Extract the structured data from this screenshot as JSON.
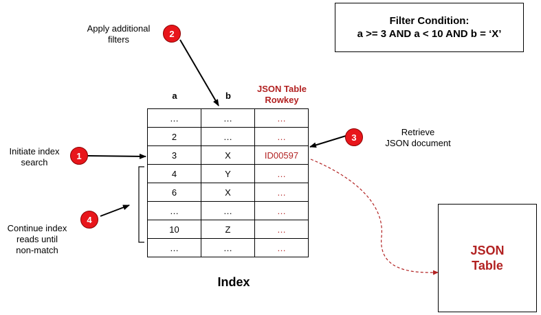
{
  "filter": {
    "title": "Filter Condition:",
    "expression": "a >= 3 AND a < 10 AND b = ‘X’"
  },
  "columns": {
    "a": "a",
    "b": "b",
    "rowkey_line1": "JSON Table",
    "rowkey_line2": "Rowkey"
  },
  "rows": [
    {
      "a": "…",
      "b": "…",
      "rowkey": "…"
    },
    {
      "a": "2",
      "b": "…",
      "rowkey": "…"
    },
    {
      "a": "3",
      "b": "X",
      "rowkey": "ID00597"
    },
    {
      "a": "4",
      "b": "Y",
      "rowkey": "…"
    },
    {
      "a": "6",
      "b": "X",
      "rowkey": "…"
    },
    {
      "a": "…",
      "b": "…",
      "rowkey": "…"
    },
    {
      "a": "10",
      "b": "Z",
      "rowkey": "…"
    },
    {
      "a": "…",
      "b": "…",
      "rowkey": "…"
    }
  ],
  "index_title": "Index",
  "json_table": {
    "line1": "JSON",
    "line2": "Table"
  },
  "steps": [
    {
      "number": "1",
      "line1": "Initiate index",
      "line2": "search"
    },
    {
      "number": "2",
      "line1": "Apply additional",
      "line2": "filters"
    },
    {
      "number": "3",
      "line1": "Retrieve",
      "line2": "JSON document"
    },
    {
      "number": "4",
      "line1": "Continue index",
      "line2": "reads until",
      "line3": "non-match"
    }
  ],
  "colors": {
    "accent_red": "#b22222",
    "badge_red": "#e8161b"
  }
}
